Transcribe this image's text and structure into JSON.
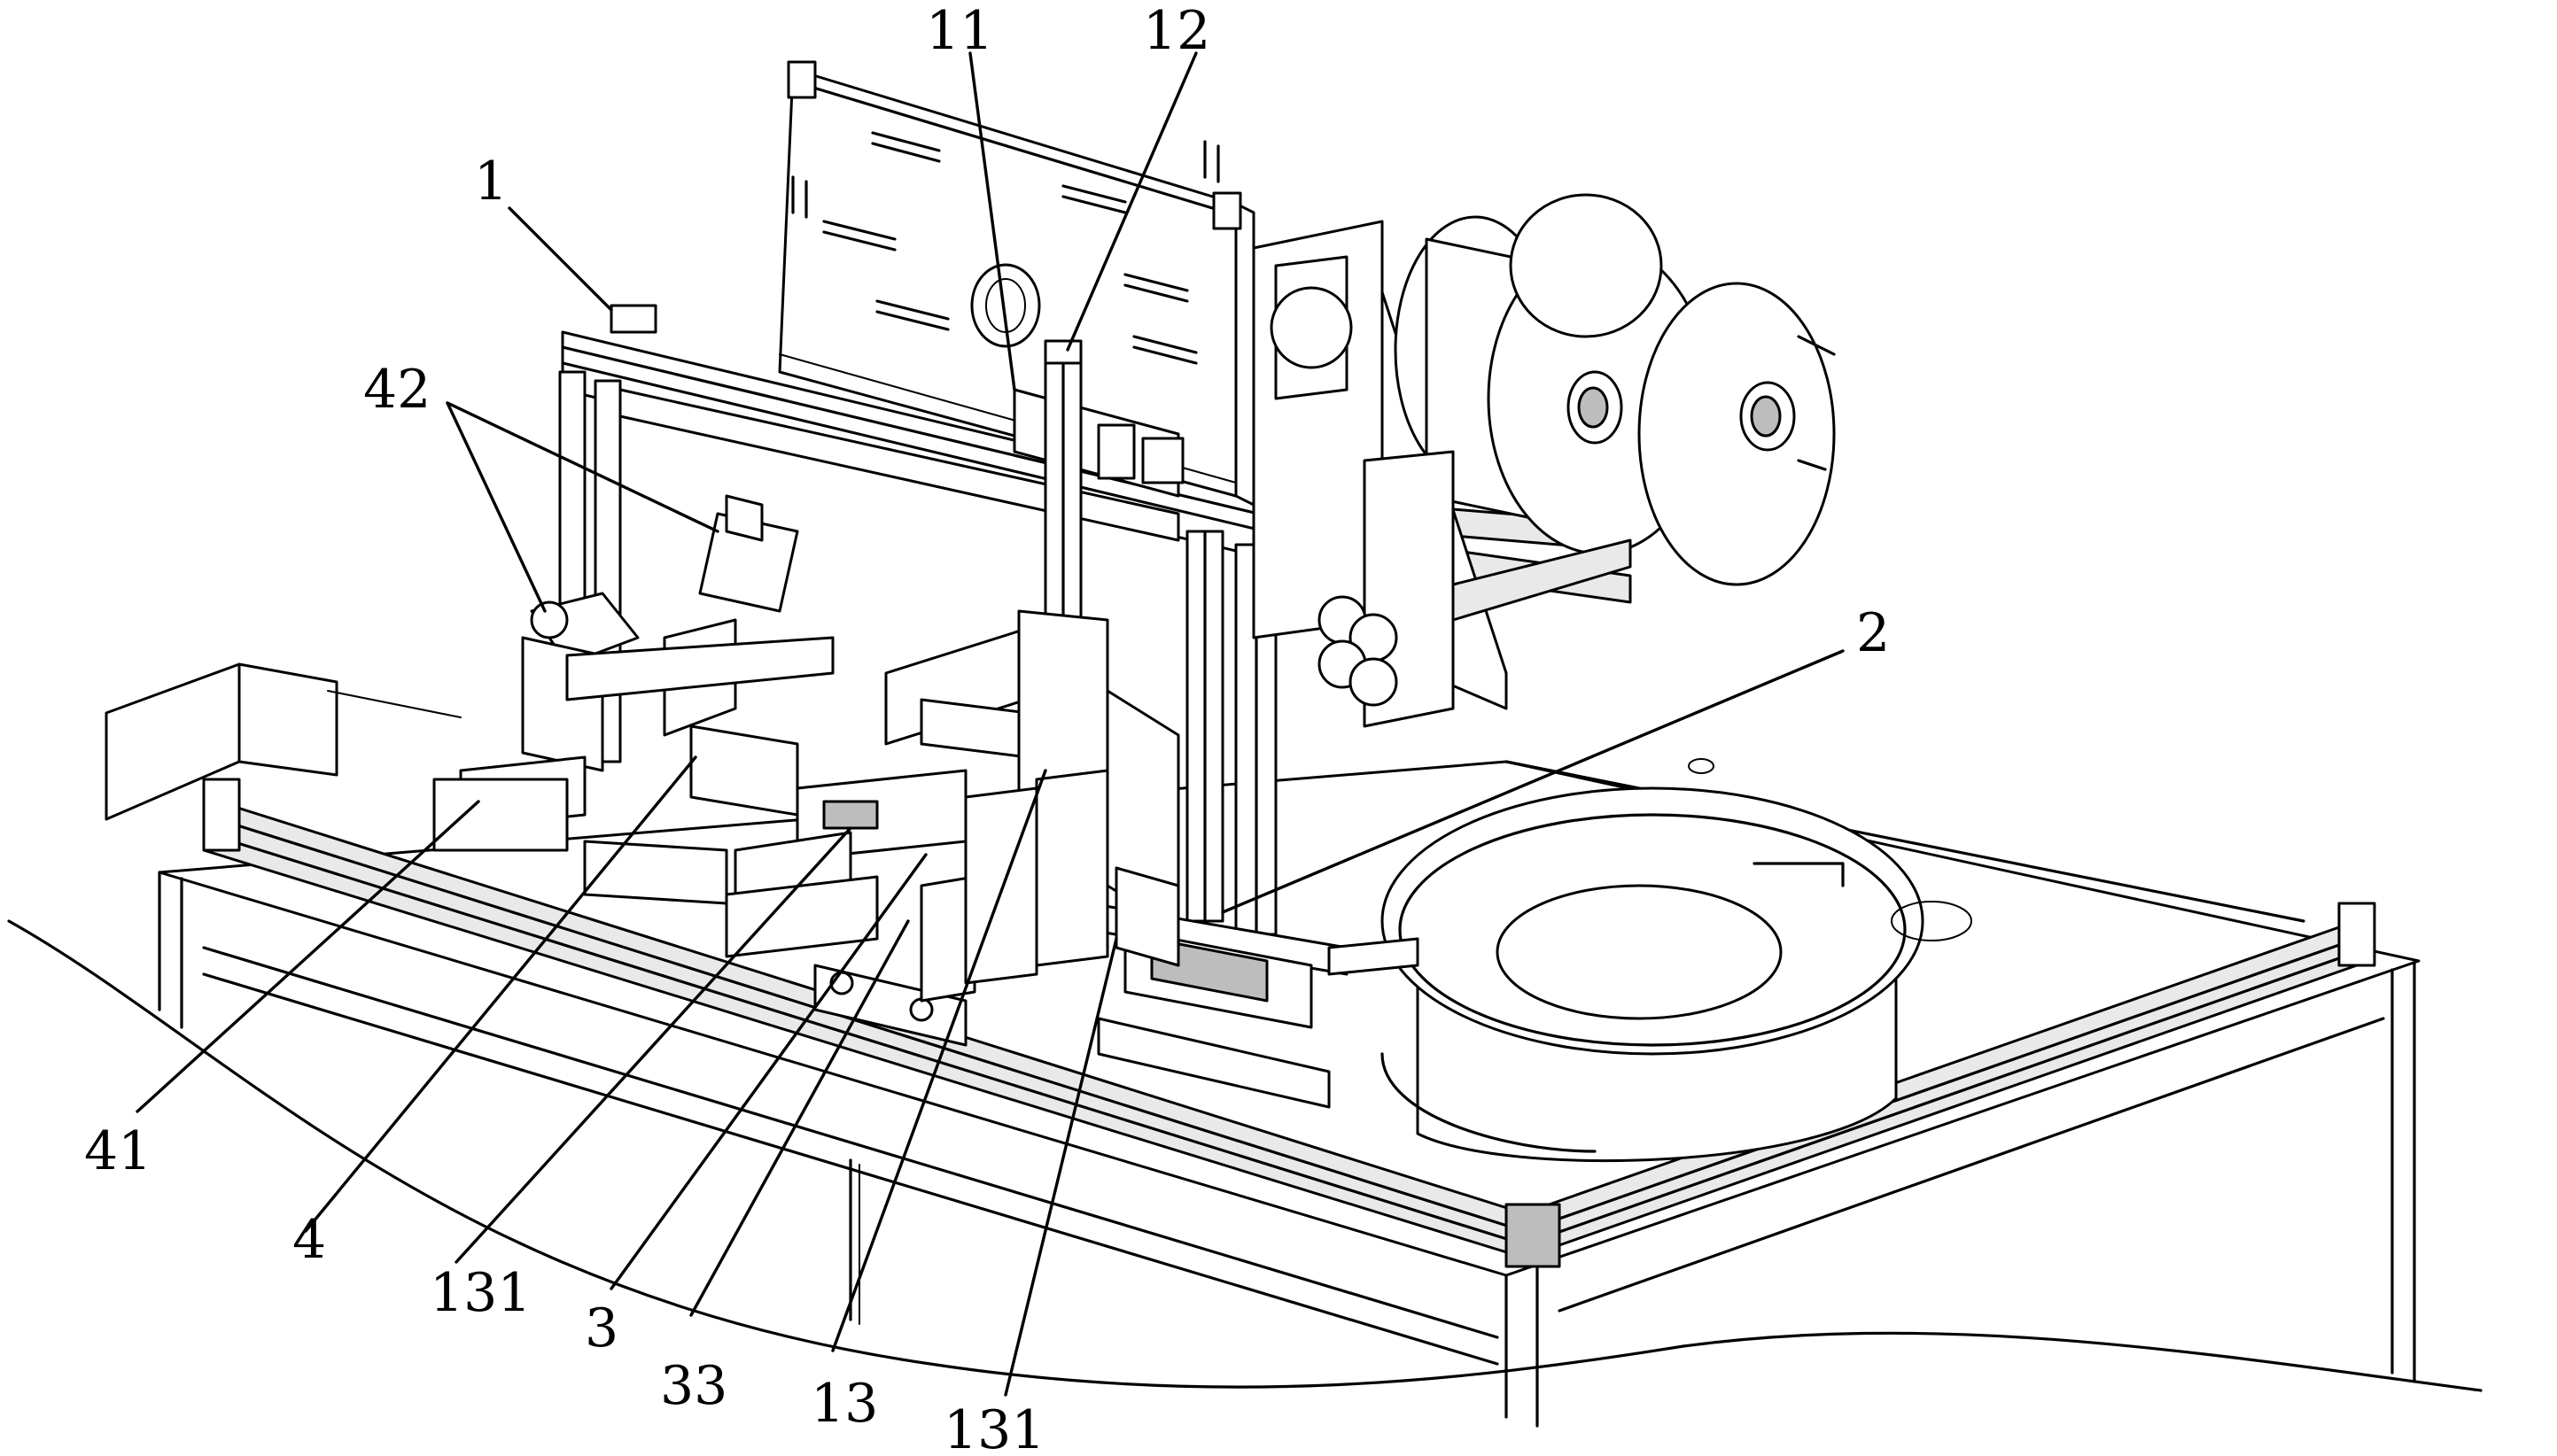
{
  "labels": {
    "l1": "1",
    "l11": "11",
    "l12": "12",
    "l42": "42",
    "l2": "2",
    "l41": "41",
    "l4": "4",
    "l131a": "131",
    "l3": "3",
    "l33": "33",
    "l13": "13",
    "l131b": "131"
  }
}
